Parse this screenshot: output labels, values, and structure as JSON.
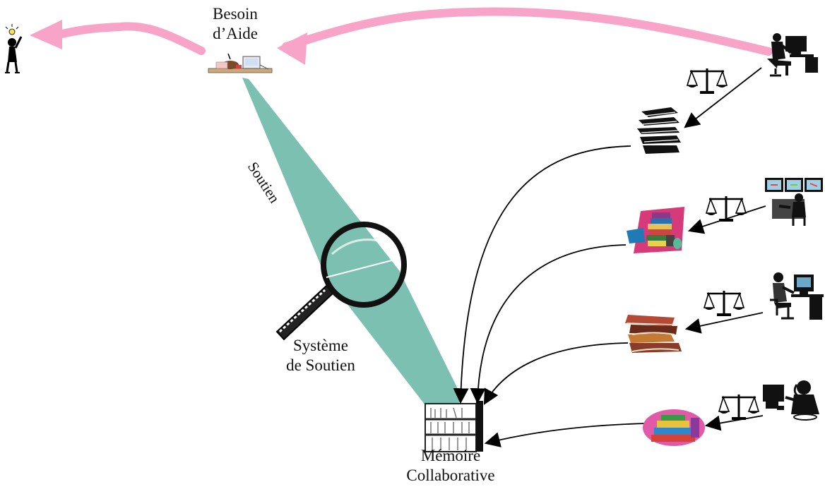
{
  "diagram": {
    "labels": {
      "besoin_line1": "Besoin",
      "besoin_line2": "d’Aide",
      "soutien": "Soutien",
      "systeme_line1": "Système",
      "systeme_line2": "de Soutien",
      "memoire_line1": "Mémoire",
      "memoire_line2": "Collaborative"
    },
    "colors": {
      "beam": "#7cc0b1",
      "need_arrow": "#f7a4c8",
      "link": "#000000"
    },
    "icons": {
      "user": "person-idea-icon",
      "need": "desk-clutter-icon",
      "library": "bookshelf-icon",
      "magnifier": "magnifier-icon",
      "balance": "balance-scale-icon",
      "documents": "stack-of-papers-icon",
      "workers": [
        "computer-worker-icon",
        "monitor-operator-icon",
        "seated-worker-icon",
        "phone-operator-icon"
      ],
      "books": [
        "book-pile-icon",
        "old-books-icon",
        "colorful-books-icon"
      ]
    }
  }
}
